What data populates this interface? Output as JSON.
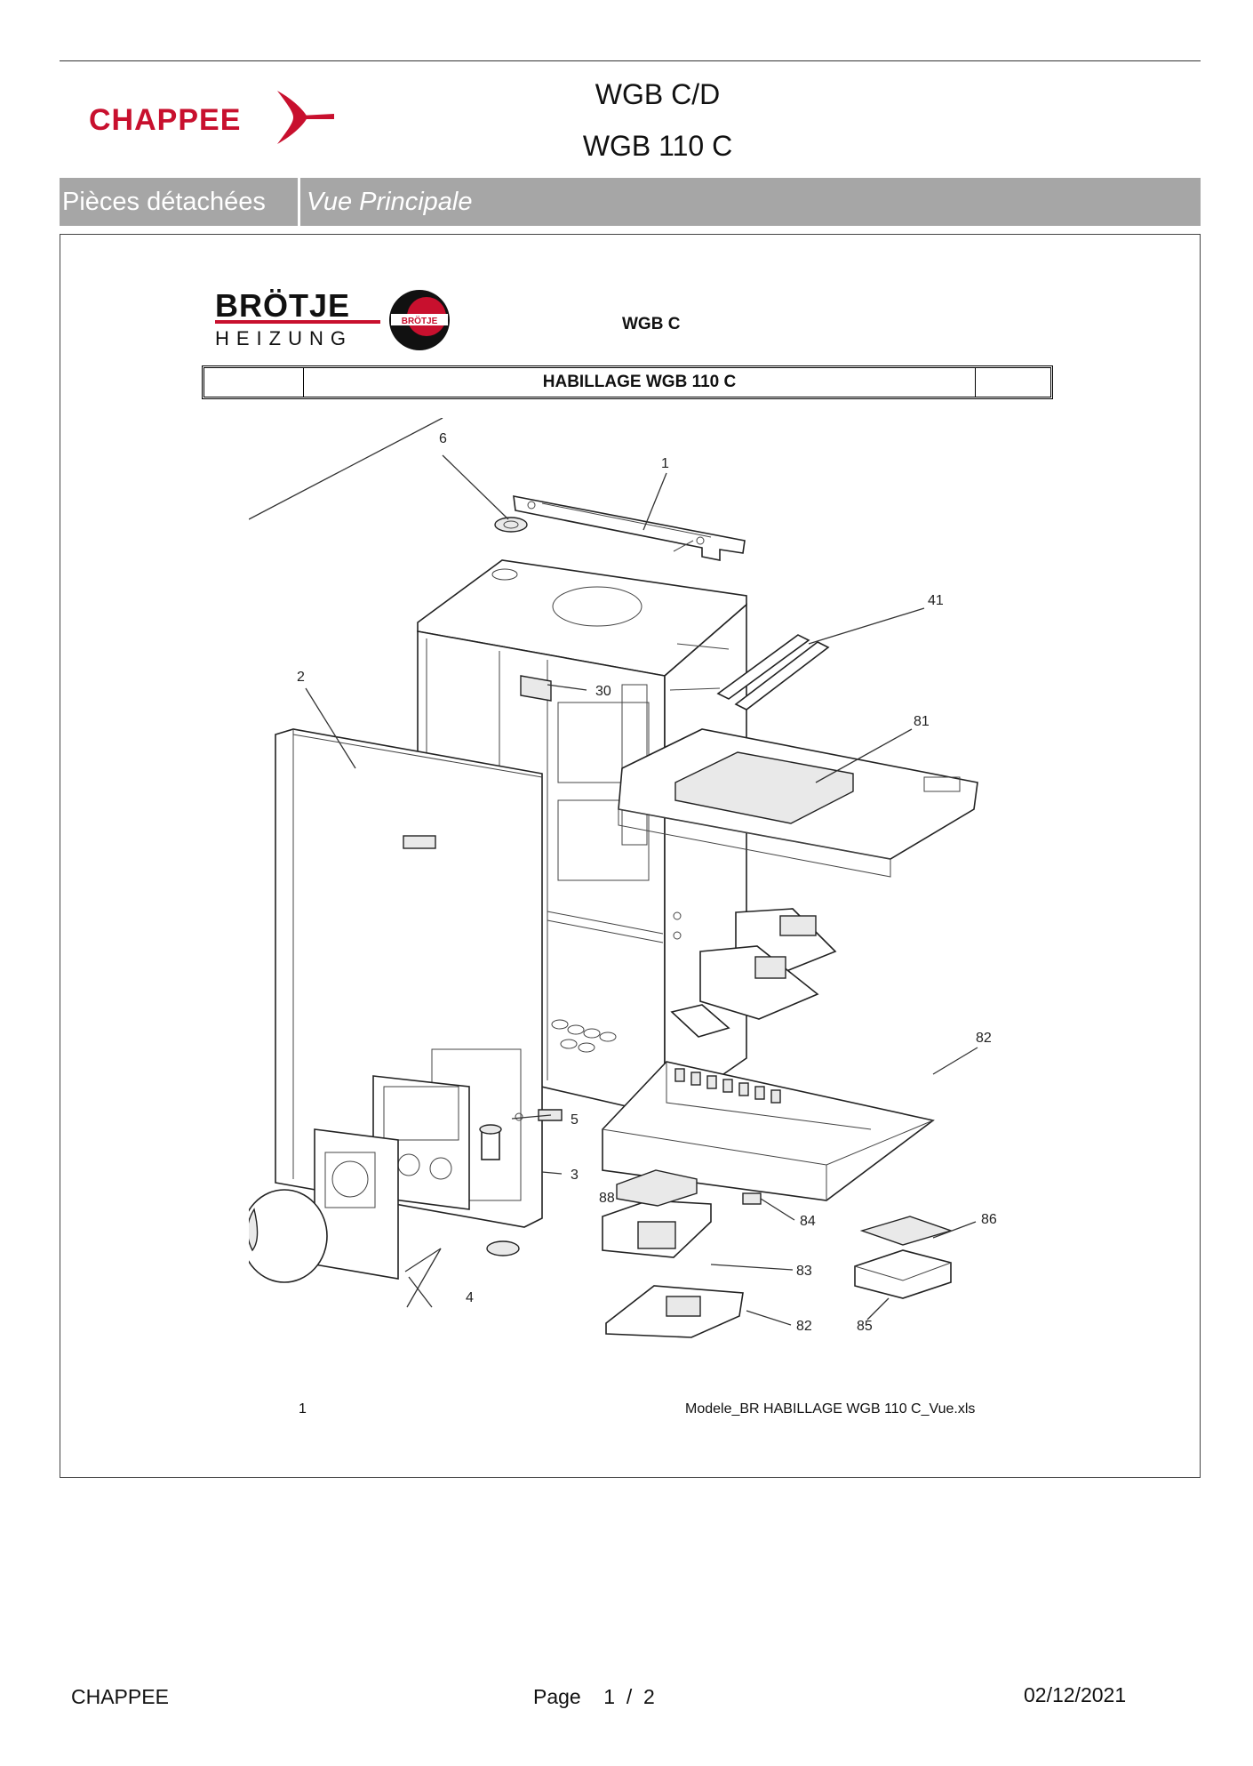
{
  "header": {
    "brand": "CHAPPEE",
    "title_line1": "WGB C/D",
    "title_line2": "WGB 110 C"
  },
  "band": {
    "section": "Pièces détachées",
    "view": "Vue Principale"
  },
  "sheet": {
    "logo_top": "BRÖTJE",
    "logo_bottom": "HEIZUNG",
    "logo_badge": "BRÖTJE",
    "model": "WGB C",
    "table_title": "HABILLAGE  WGB  110 C",
    "callouts": [
      "6",
      "1",
      "41",
      "2",
      "30",
      "81",
      "82",
      "5",
      "3",
      "88",
      "84",
      "86",
      "83",
      "4",
      "82",
      "85"
    ],
    "footer_number": "1",
    "footer_file": "Modele_BR HABILLAGE WGB 110 C_Vue.xls"
  },
  "page_footer": {
    "company": "CHAPPEE",
    "page_label": "Page    1  /  2",
    "date": "02/12/2021"
  },
  "colors": {
    "brand_red": "#c8102e",
    "band_gray": "#a6a6a6"
  }
}
